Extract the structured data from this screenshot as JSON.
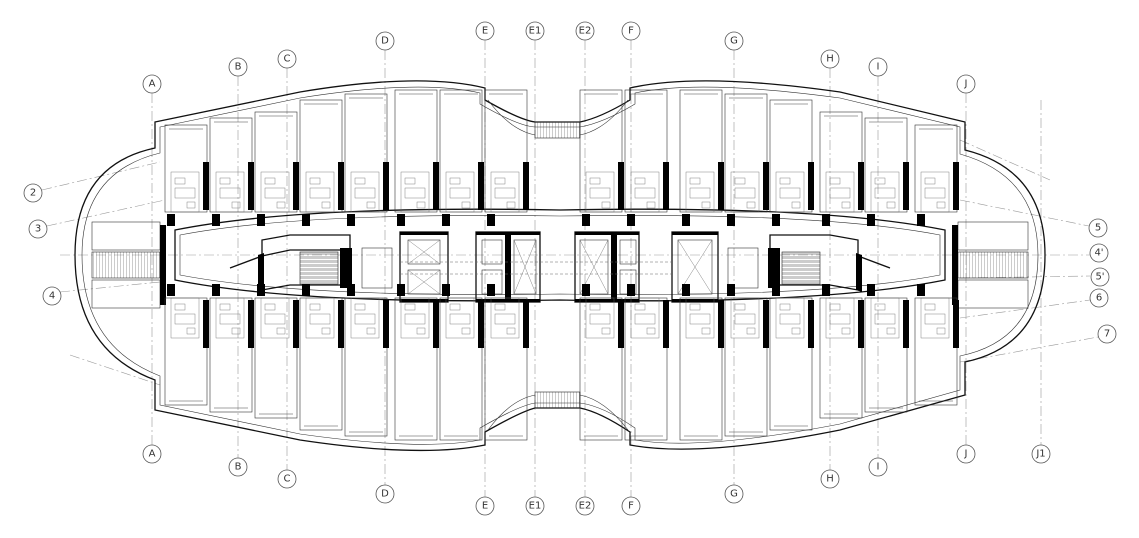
{
  "drawing": {
    "axes_vertical_top": [
      "A",
      "B",
      "C",
      "D",
      "E",
      "E1",
      "E2",
      "F",
      "G",
      "H",
      "I",
      "J"
    ],
    "axes_vertical_bottom": [
      "A",
      "B",
      "C",
      "D",
      "E",
      "E1",
      "E2",
      "F",
      "G",
      "H",
      "I",
      "J",
      "J1"
    ],
    "axes_horizontal_left": [
      "2",
      "3",
      "4"
    ],
    "axes_horizontal_right": [
      "5",
      "4'",
      "5'",
      "6",
      "7"
    ]
  }
}
